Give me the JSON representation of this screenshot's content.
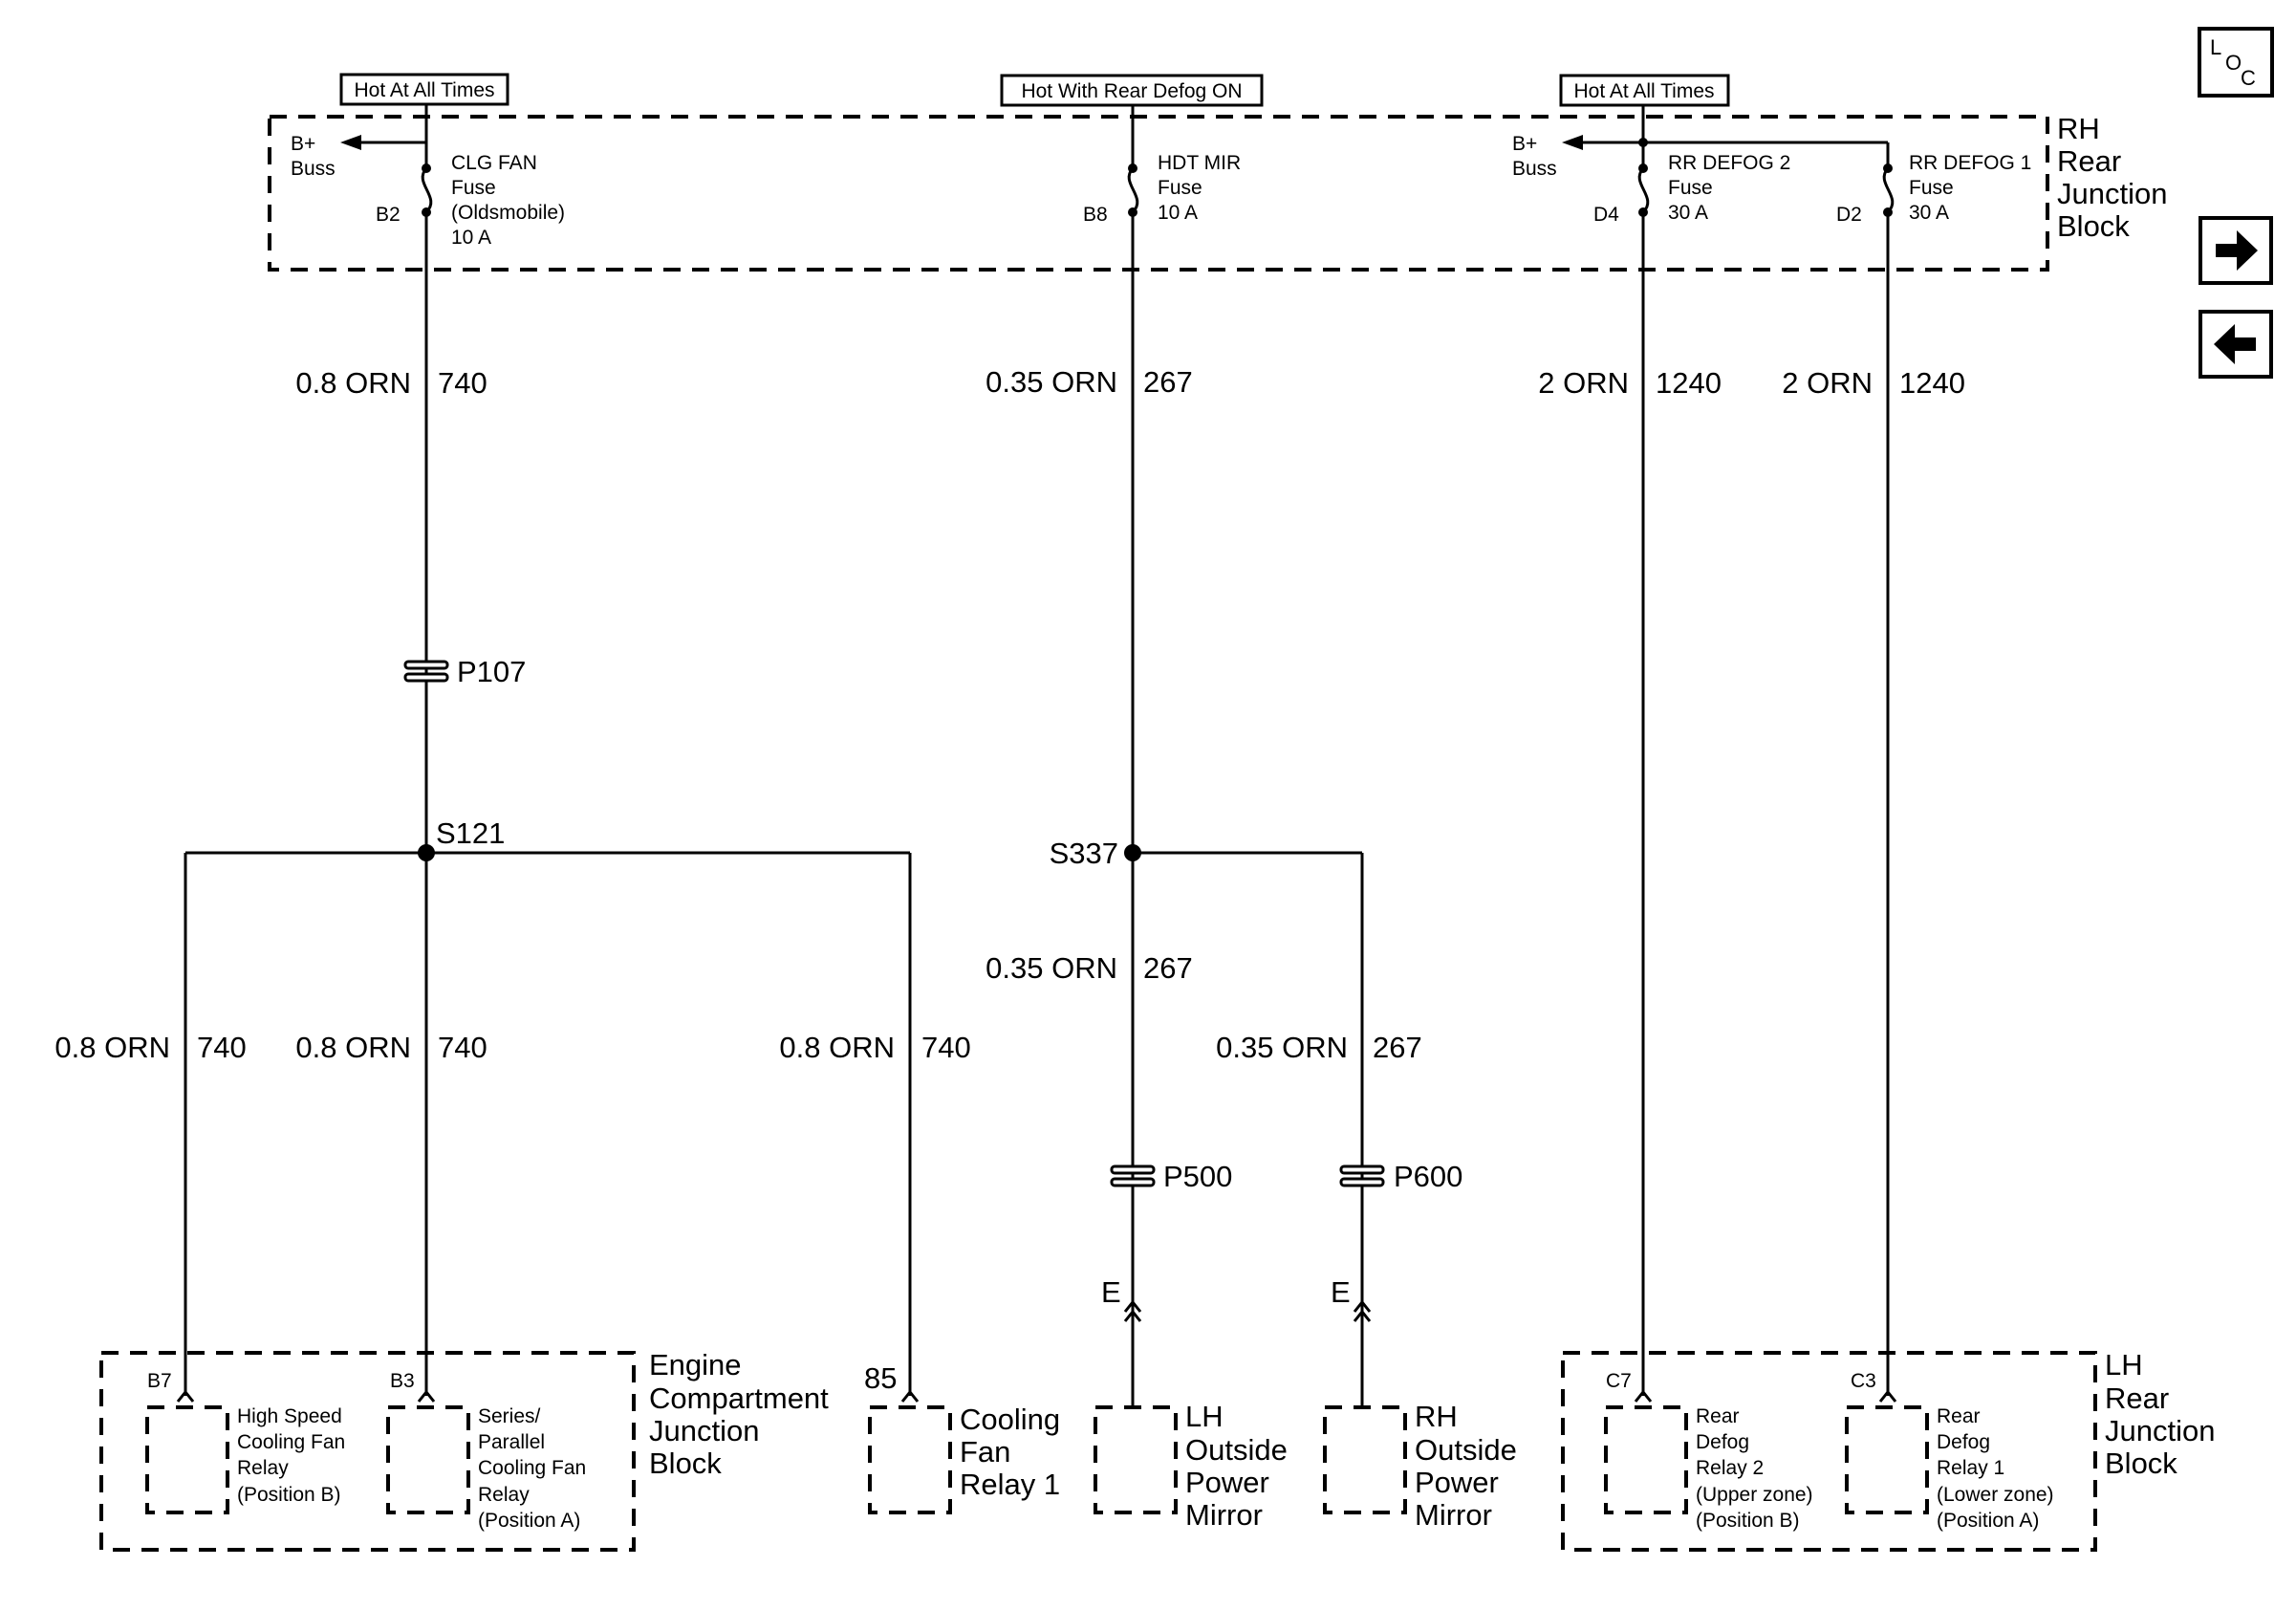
{
  "header_labels": {
    "hot1": "Hot At All Times",
    "hot2": "Hot With Rear Defog ON",
    "hot3": "Hot At All Times"
  },
  "rh_block": {
    "lines": [
      "RH",
      "Rear",
      "Junction",
      "Block"
    ]
  },
  "bbuss": {
    "l1": "B+",
    "l2": "Buss"
  },
  "fuses": {
    "clg": {
      "lines": [
        "CLG FAN",
        "Fuse",
        "(Oldsmobile)",
        "10 A"
      ],
      "pin": "B2"
    },
    "hdt": {
      "lines": [
        "HDT MIR",
        "Fuse",
        "10 A"
      ],
      "pin": "B8"
    },
    "rr2": {
      "lines": [
        "RR DEFOG 2",
        "Fuse",
        "30 A"
      ],
      "pin": "D4"
    },
    "rr1": {
      "lines": [
        "RR DEFOG 1",
        "Fuse",
        "30 A"
      ],
      "pin": "D2"
    }
  },
  "wires": {
    "w1": {
      "size": "0.8 ORN",
      "circuit": "740"
    },
    "w2": {
      "size": "0.35 ORN",
      "circuit": "267"
    },
    "w3": {
      "size": "2 ORN",
      "circuit": "1240"
    },
    "w4": {
      "size": "2 ORN",
      "circuit": "1240"
    },
    "w5": {
      "size": "0.8 ORN",
      "circuit": "740"
    },
    "w6": {
      "size": "0.8 ORN",
      "circuit": "740"
    },
    "w7": {
      "size": "0.8 ORN",
      "circuit": "740"
    },
    "w8": {
      "size": "0.35 ORN",
      "circuit": "267"
    },
    "w9": {
      "size": "0.35 ORN",
      "circuit": "267"
    }
  },
  "connectors": {
    "p107": "P107",
    "p500": "P500",
    "p600": "P600"
  },
  "splices": {
    "s121": "S121",
    "s337": "S337"
  },
  "pins": {
    "b7": "B7",
    "b3": "B3",
    "p85": "85",
    "e1": "E",
    "e2": "E",
    "c7": "C7",
    "c3": "C3"
  },
  "components": {
    "hs_relay": [
      "High Speed",
      "Cooling Fan",
      "Relay",
      "(Position B)"
    ],
    "sp_relay": [
      "Series/",
      "Parallel",
      "Cooling Fan",
      "Relay",
      "(Position A)"
    ],
    "ecjb": [
      "Engine",
      "Compartment",
      "Junction",
      "Block"
    ],
    "cf_relay": [
      "Cooling",
      "Fan",
      "Relay 1"
    ],
    "lh_mirror": [
      "LH",
      "Outside",
      "Power",
      "Mirror"
    ],
    "rh_mirror": [
      "RH",
      "Outside",
      "Power",
      "Mirror"
    ],
    "rd2_relay": [
      "Rear",
      "Defog",
      "Relay 2",
      "(Upper zone)",
      "(Position B)"
    ],
    "rd1_relay": [
      "Rear",
      "Defog",
      "Relay 1",
      "(Lower zone)",
      "(Position A)"
    ],
    "lh_block": [
      "LH",
      "Rear",
      "Junction",
      "Block"
    ]
  },
  "nav": {
    "loc": {
      "l": "L",
      "o": "O",
      "c": "C"
    }
  }
}
